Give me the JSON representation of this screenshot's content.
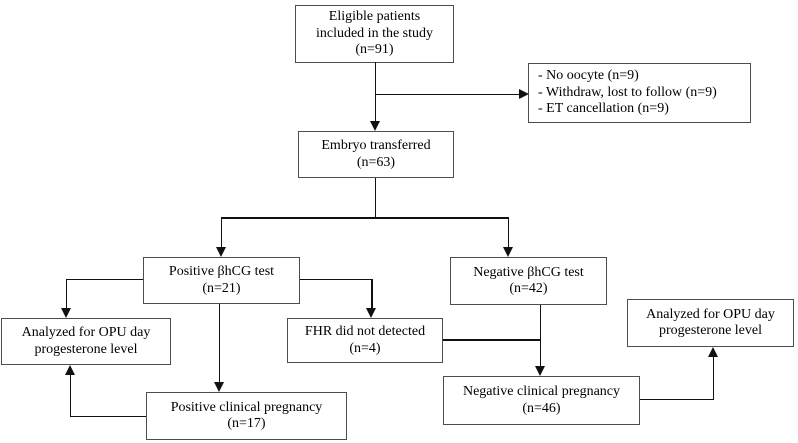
{
  "diagram": {
    "type": "flowchart",
    "colors": {
      "background": "#ffffff",
      "box_fill": "#ffffff",
      "box_border": "#4d4d4d",
      "line": "#111111",
      "text": "#000000"
    },
    "nodes": {
      "eligible": {
        "text": "Eligible patients\nincluded in the study\n(n=91)"
      },
      "exclusions": {
        "items": [
          "- No oocyte (n=9)",
          "- Withdraw, lost to follow (n=9)",
          "- ET cancellation (n=9)"
        ]
      },
      "embryo": {
        "text": "Embryo transferred\n(n=63)"
      },
      "positive_bhcg": {
        "text": "Positive βhCG test\n(n=21)"
      },
      "negative_bhcg": {
        "text": "Negative βhCG test\n(n=42)"
      },
      "analyzed_left": {
        "text": "Analyzed for OPU day\nprogesterone level"
      },
      "fhr": {
        "text": "FHR did not detected\n(n=4)"
      },
      "analyzed_right": {
        "text": "Analyzed for OPU day\nprogesterone level"
      },
      "positive_clinical": {
        "text": "Positive clinical pregnancy\n(n=17)"
      },
      "negative_clinical": {
        "text": "Negative clinical pregnancy\n(n=46)"
      }
    },
    "edges": [
      "eligible -> embryo",
      "eligible -> exclusions",
      "embryo -> positive_bhcg",
      "embryo -> negative_bhcg",
      "positive_bhcg -> analyzed_left",
      "positive_bhcg -> fhr",
      "positive_bhcg -> positive_clinical",
      "positive_clinical -> analyzed_left",
      "fhr -> negative_clinical",
      "negative_bhcg -> negative_clinical",
      "negative_clinical -> analyzed_right"
    ]
  }
}
